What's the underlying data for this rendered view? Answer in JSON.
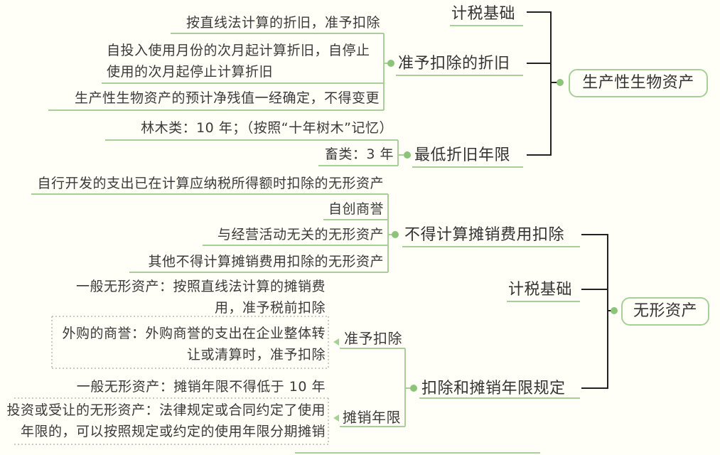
{
  "root1": {
    "title": "生产性生物资产",
    "tax_basis": "计税基础",
    "deductible": {
      "label": "准予扣除的折旧",
      "items": [
        "按直线法计算的折旧，准予扣除",
        "自投入使用月份的次月起计算折旧，自停止使用的次月起停止计算折旧",
        "生产性生物资产的预计净残值一经确定，不得变更"
      ]
    },
    "min_years": {
      "label": "最低折旧年限",
      "items": [
        "林木类：10 年；（按照“十年树木”记忆）",
        "畜类：3 年"
      ]
    }
  },
  "root2": {
    "title": "无形资产",
    "not_amortizable": {
      "label": "不得计算摊销费用扣除",
      "items": [
        "自行开发的支出已在计算应纳税所得额时扣除的无形资产",
        "自创商誉",
        "与经营活动无关的无形资产",
        "其他不得计算摊销费用扣除的无形资产"
      ]
    },
    "tax_basis": "计税基础",
    "rules": {
      "label": "扣除和摊销年限规定",
      "deduct": {
        "label": "准予扣除",
        "items": [
          "一般无形资产：按照直线法计算的摊销费用，准予税前扣除",
          "外购的商誉：外购商誉的支出在企业整体转让或清算时，准予扣除"
        ]
      },
      "amort_years": {
        "label": "摊销年限",
        "items": [
          "一般无形资产：摊销年限不得低于 10 年",
          "投资或受让的无形资产：法律规定或合同约定了使用年限的，可以按照规定或约定的使用年限分期摊销"
        ]
      }
    }
  },
  "colors": {
    "underline": "#a7cf97",
    "dot": "#8cc47a",
    "connector": "#222222",
    "dotted": "#b9b9b9",
    "arrow": "#a7cf97"
  }
}
